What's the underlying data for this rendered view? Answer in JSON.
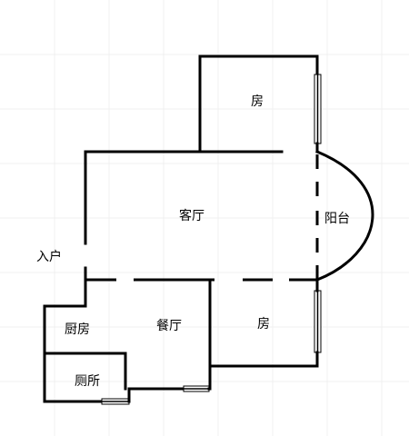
{
  "rooms": {
    "bedroom_top": "房",
    "living_room": "客厅",
    "balcony": "阳台",
    "entrance": "入户",
    "kitchen": "厨房",
    "dining_room": "餐厅",
    "bedroom_bottom": "房",
    "toilet": "厕所"
  }
}
